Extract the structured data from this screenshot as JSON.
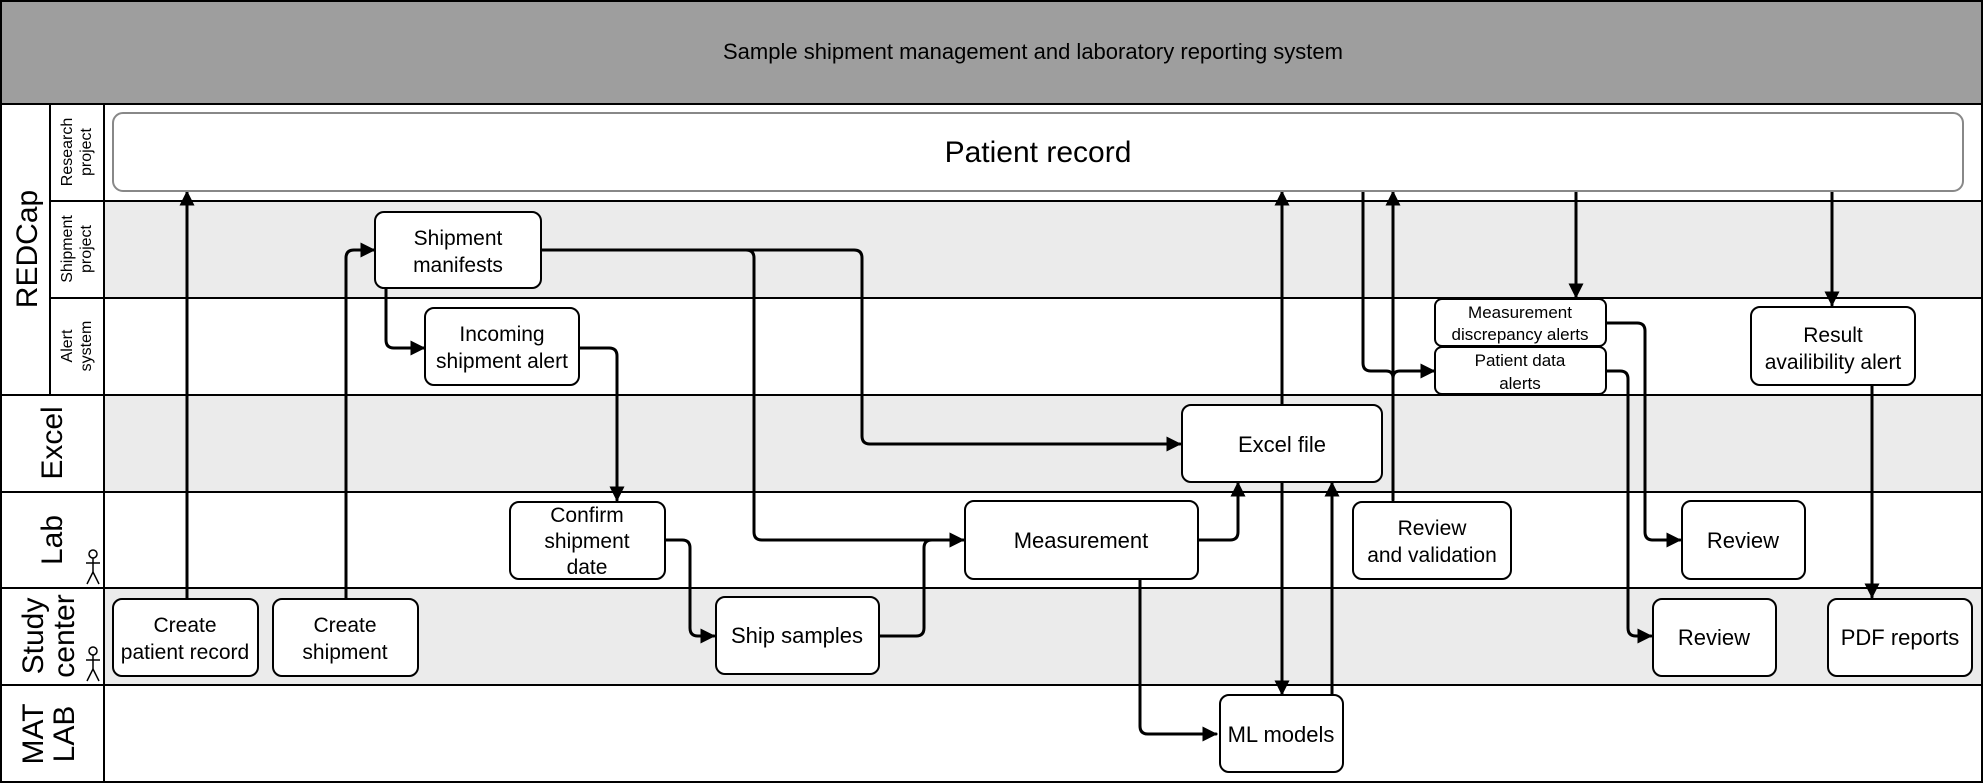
{
  "header": {
    "title": "Sample shipment management and laboratory reporting system",
    "color": "#9e9e9e"
  },
  "lanes": [
    {
      "key": "research",
      "label": "Research project",
      "group": "redcap",
      "shaded": false
    },
    {
      "key": "shipment",
      "label": "Shipment project",
      "group": "redcap",
      "shaded": true
    },
    {
      "key": "alert",
      "label": "Alert system",
      "group": "redcap",
      "shaded": false
    },
    {
      "key": "excel",
      "label": "Excel",
      "shaded": true
    },
    {
      "key": "lab",
      "label": "Lab",
      "shaded": false,
      "actor": true
    },
    {
      "key": "study",
      "label": "Study center",
      "shaded": true,
      "actor": true
    },
    {
      "key": "matlab",
      "label": "MAT LAB",
      "shaded": false
    }
  ],
  "groups": [
    {
      "key": "redcap",
      "label": "REDCap"
    }
  ],
  "nodes": [
    {
      "id": "patient-record",
      "label": "Patient record"
    },
    {
      "id": "shipment-manifests",
      "label": "Shipment manifests"
    },
    {
      "id": "incoming-shipment-alert",
      "label": "Incoming shipment alert"
    },
    {
      "id": "measurement-discrepancy-alerts",
      "label": "Measurement discrepancy alerts"
    },
    {
      "id": "patient-data-alerts",
      "label": "Patient data alerts"
    },
    {
      "id": "result-availibility-alert",
      "label": "Result availibility alert"
    },
    {
      "id": "excel-file",
      "label": "Excel file"
    },
    {
      "id": "confirm-shipment-date",
      "label": "Confirm shipment date"
    },
    {
      "id": "measurement",
      "label": "Measurement"
    },
    {
      "id": "review-and-validation",
      "label": "Review and validation"
    },
    {
      "id": "review-lab",
      "label": "Review"
    },
    {
      "id": "create-patient-record",
      "label": "Create patient record"
    },
    {
      "id": "create-shipment",
      "label": "Create shipment"
    },
    {
      "id": "ship-samples",
      "label": "Ship samples"
    },
    {
      "id": "review-study",
      "label": "Review"
    },
    {
      "id": "pdf-reports",
      "label": "PDF reports"
    },
    {
      "id": "ml-models",
      "label": "ML models"
    }
  ],
  "colors": {
    "shaded_lane": "#ebebeb",
    "line": "#000000",
    "box_fill": "#ffffff"
  }
}
